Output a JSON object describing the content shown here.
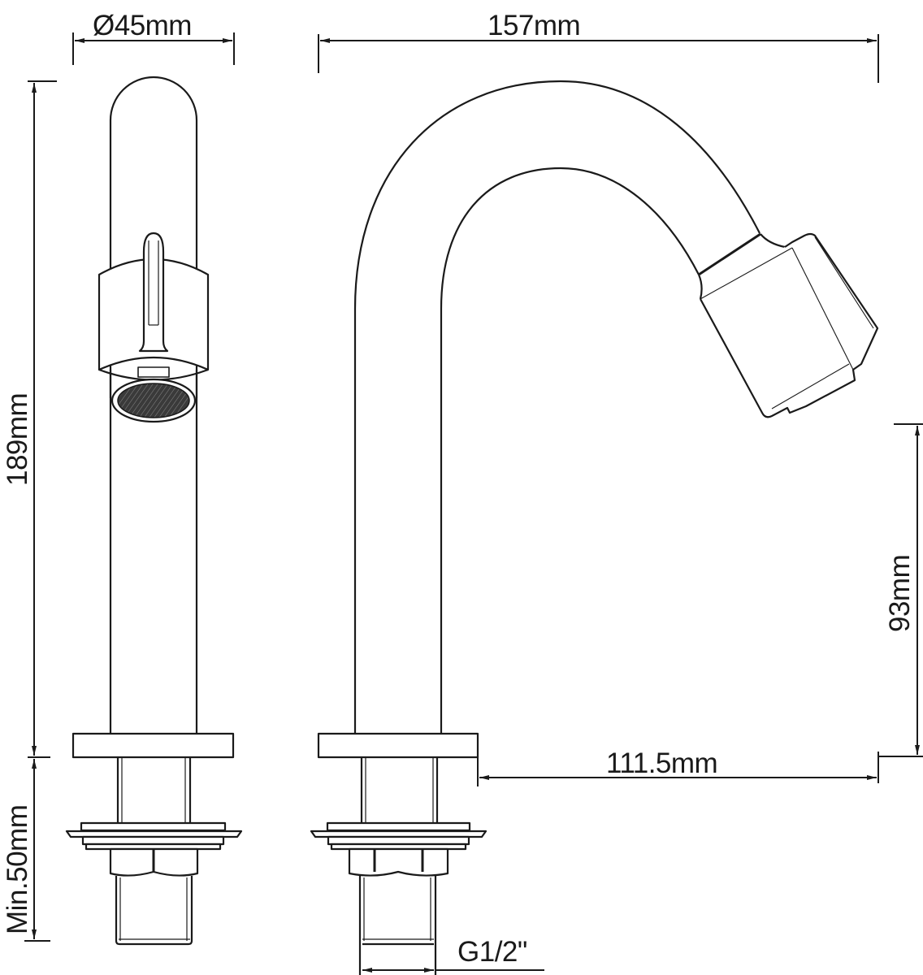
{
  "diagram": {
    "type": "technical-dimension-drawing",
    "subject": "pillar tap (front view and side view)",
    "colors": {
      "line": "#1a1a1a",
      "background": "#ffffff",
      "aerator_fill": "#3a3a3a"
    },
    "views": [
      {
        "name": "front-view",
        "description": "Front view of tap with lever handle and aerator"
      },
      {
        "name": "side-view",
        "description": "Side view of swan-neck spout with aerator head"
      }
    ],
    "dimensions": {
      "diameter": {
        "label": "Ø45mm",
        "value": 45,
        "unit": "mm",
        "orientation": "horizontal"
      },
      "total_width": {
        "label": "157mm",
        "value": 157,
        "unit": "mm",
        "orientation": "horizontal"
      },
      "total_height": {
        "label": "189mm",
        "value": 189,
        "unit": "mm",
        "orientation": "vertical"
      },
      "outlet_height": {
        "label": "93mm",
        "value": 93,
        "unit": "mm",
        "orientation": "vertical"
      },
      "projection": {
        "label": "111.5mm",
        "value": 111.5,
        "unit": "mm",
        "orientation": "horizontal"
      },
      "min_thread_length": {
        "label": "Min.50mm",
        "value": 50,
        "unit": "mm",
        "orientation": "vertical"
      },
      "thread": {
        "label": "G1/2\"",
        "orientation": "horizontal"
      }
    }
  }
}
